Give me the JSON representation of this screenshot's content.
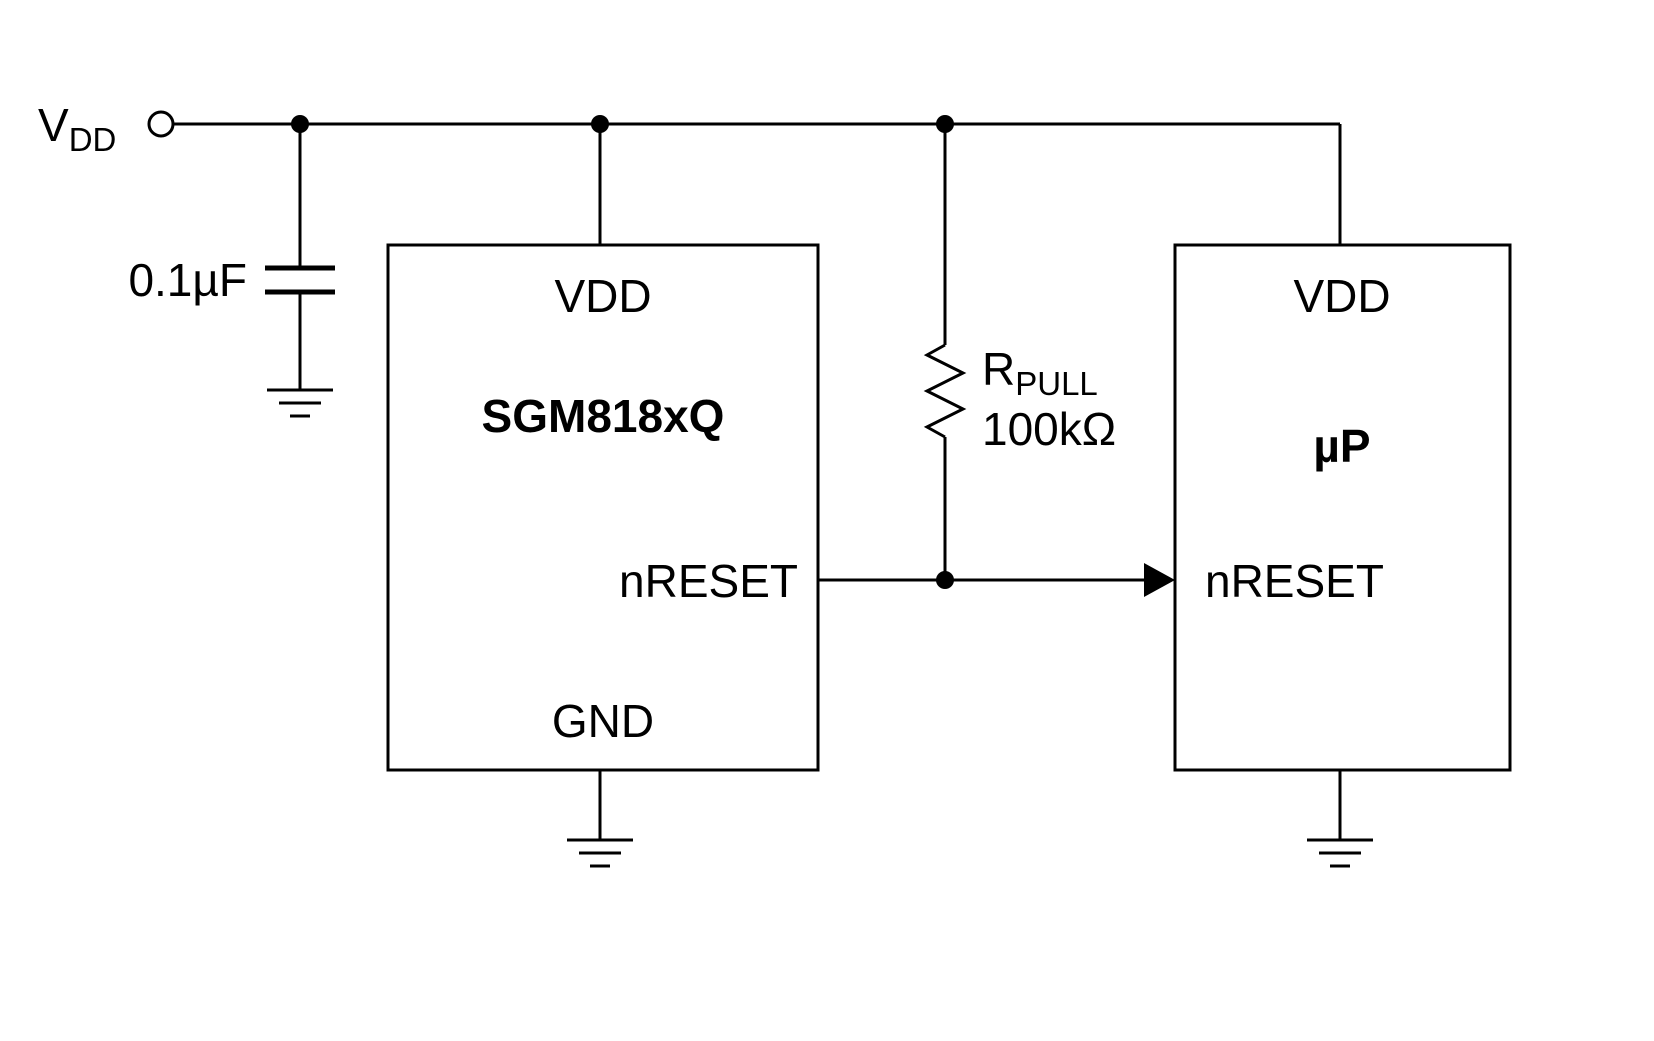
{
  "diagram": {
    "supply": {
      "label_main": "V",
      "label_sub": "DD"
    },
    "capacitor": {
      "value": "0.1µF"
    },
    "ic_reset": {
      "name": "SGM818xQ",
      "pin_vdd": "VDD",
      "pin_nreset": "nRESET",
      "pin_gnd": "GND"
    },
    "resistor": {
      "label_main": "R",
      "label_sub": "PULL",
      "value": "100kΩ"
    },
    "ic_mcu": {
      "name": "µP",
      "pin_vdd": "VDD",
      "pin_nreset": "nRESET"
    },
    "colors": {
      "line": "#000000",
      "background": "#ffffff"
    }
  }
}
